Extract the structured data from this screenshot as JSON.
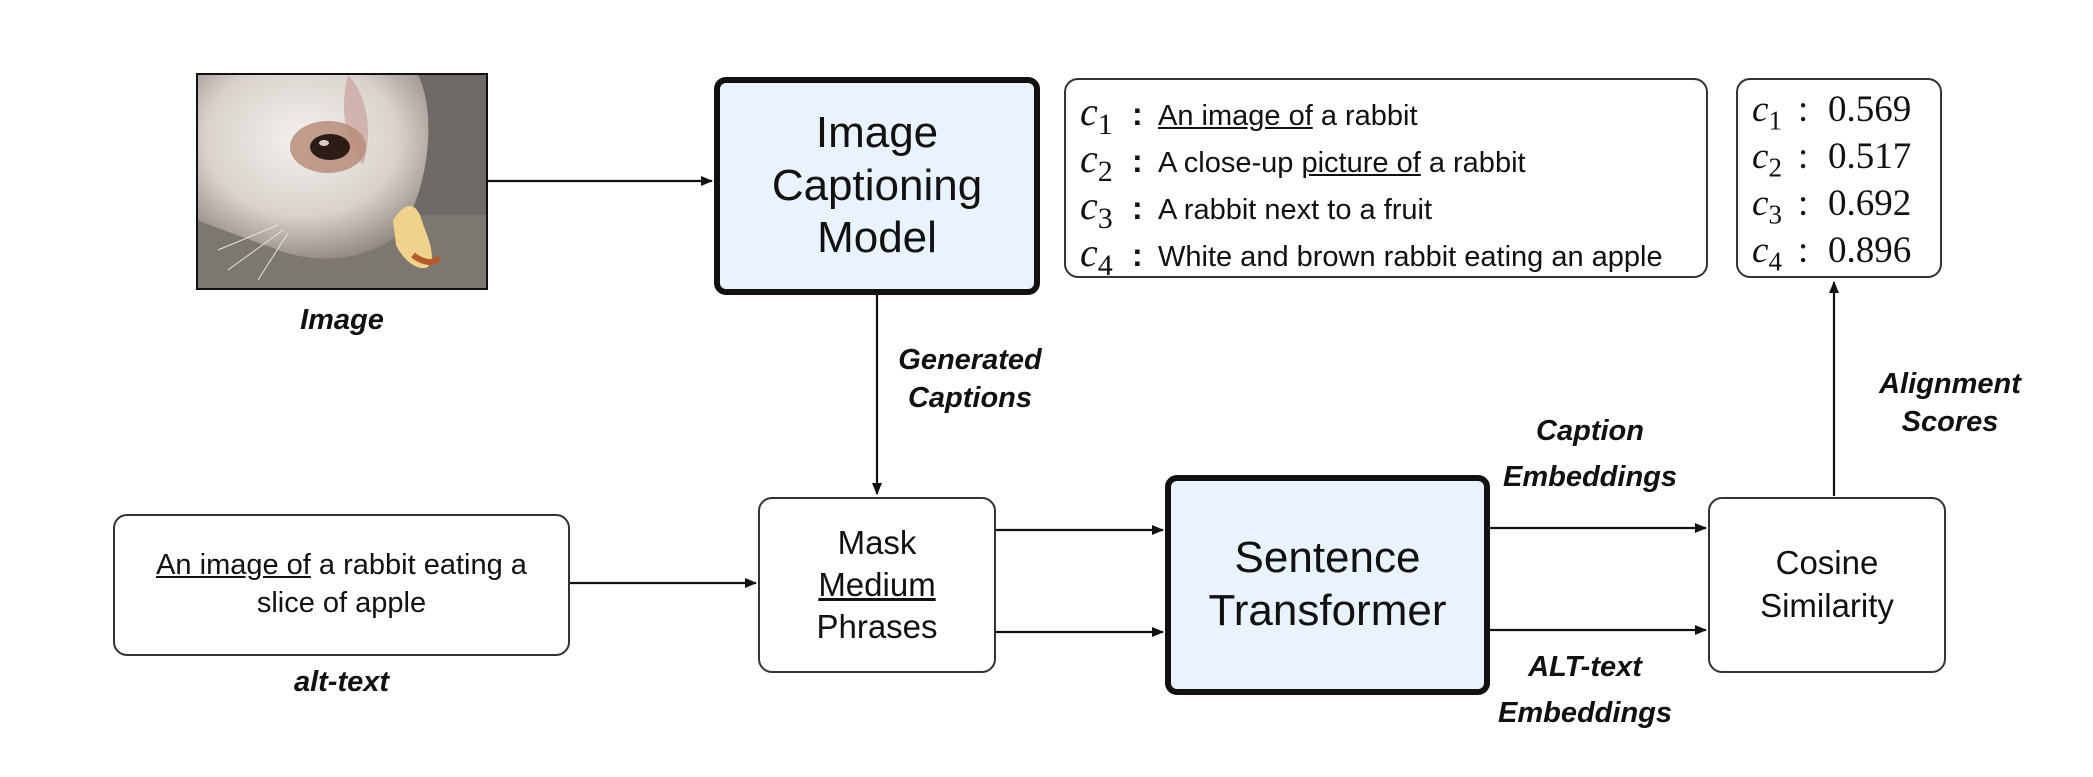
{
  "image_label": "Image",
  "alt_text_label": "alt-text",
  "captioning_model": {
    "line1": "Image",
    "line2": "Captioning",
    "line3": "Model"
  },
  "generated_captions_label": {
    "line1": "Generated",
    "line2": "Captions"
  },
  "alt_text_box": {
    "underlined": "An image of",
    "rest": " a rabbit eating a",
    "line2": "slice of apple"
  },
  "mask_box": {
    "line1": "Mask",
    "line2": "Medium",
    "line3": "Phrases"
  },
  "sentence_transformer": {
    "line1": "Sentence",
    "line2": "Transformer"
  },
  "caption_embeddings_label": {
    "line1": "Caption",
    "line2": "Embeddings"
  },
  "alttext_embeddings_label": {
    "line1": "ALT-text",
    "line2": "Embeddings"
  },
  "cosine_box": {
    "line1": "Cosine",
    "line2": "Similarity"
  },
  "alignment_scores_label": {
    "line1": "Alignment",
    "line2": "Scores"
  },
  "captions": [
    {
      "var": "c",
      "sub": "1",
      "pre": "",
      "underlined": "An image of",
      "post": " a rabbit"
    },
    {
      "var": "c",
      "sub": "2",
      "pre": "A close-up ",
      "underlined": "picture of",
      "post": " a rabbit"
    },
    {
      "var": "c",
      "sub": "3",
      "pre": "A rabbit next to a fruit",
      "underlined": "",
      "post": ""
    },
    {
      "var": "c",
      "sub": "4",
      "pre": "White and brown rabbit eating an apple",
      "underlined": "",
      "post": ""
    }
  ],
  "scores": [
    {
      "var": "c",
      "sub": "1",
      "value": "0.569"
    },
    {
      "var": "c",
      "sub": "2",
      "value": "0.517"
    },
    {
      "var": "c",
      "sub": "3",
      "value": "0.692"
    },
    {
      "var": "c",
      "sub": "4",
      "value": "0.896"
    }
  ],
  "colors": {
    "model_fill": "#eaf2fd",
    "stroke": "#111111"
  }
}
